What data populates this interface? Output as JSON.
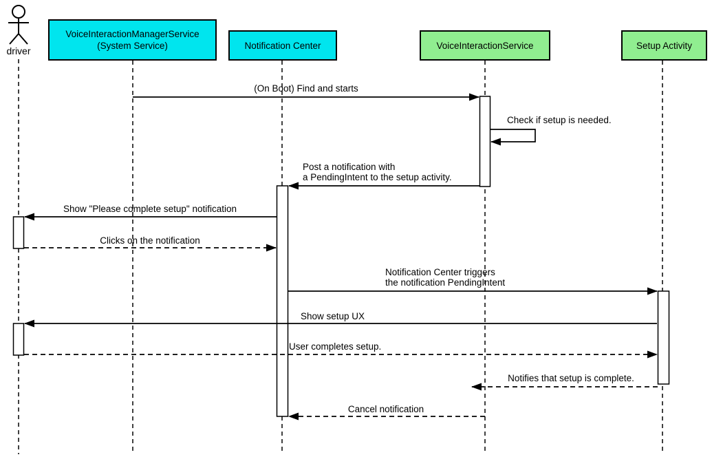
{
  "diagram": {
    "kind": "uml-sequence-diagram",
    "colors": {
      "background": "#FFFFFF",
      "line": "#000000",
      "box_border": "#000000",
      "cyan_fill": "#00E5EE",
      "green_fill": "#90EE90"
    },
    "actor": {
      "label": "driver"
    },
    "participants": [
      {
        "name": "VoiceInteractionManagerService\n(System Service)",
        "fill": "#00E5EE"
      },
      {
        "name": "Notification Center",
        "fill": "#00E5EE"
      },
      {
        "name": "VoiceInteractionService",
        "fill": "#90EE90"
      },
      {
        "name": "Setup Activity",
        "fill": "#90EE90"
      }
    ],
    "messages": [
      {
        "text": "(On Boot) Find and starts",
        "from": "VoiceInteractionManagerService (System Service)",
        "to": "VoiceInteractionService",
        "line": "solid",
        "self": false
      },
      {
        "text": "Check if setup is needed.",
        "from": "VoiceInteractionService",
        "to": "VoiceInteractionService",
        "line": "solid",
        "self": true
      },
      {
        "text": "Post a notification with\na PendingIntent to the setup activity.",
        "from": "VoiceInteractionService",
        "to": "Notification Center",
        "line": "solid",
        "self": false
      },
      {
        "text": "Show \"Please complete setup\" notification",
        "from": "Notification Center",
        "to": "driver",
        "line": "solid",
        "self": false
      },
      {
        "text": "Clicks on the notification",
        "from": "driver",
        "to": "Notification Center",
        "line": "dashed",
        "self": false
      },
      {
        "text": "Notification Center triggers\nthe notification PendingIntent",
        "from": "Notification Center",
        "to": "Setup Activity",
        "line": "solid",
        "self": false
      },
      {
        "text": "Show setup UX",
        "from": "Setup Activity",
        "to": "driver",
        "line": "solid",
        "self": false
      },
      {
        "text": "User completes setup.",
        "from": "driver",
        "to": "Setup Activity",
        "line": "dashed",
        "self": false
      },
      {
        "text": "Notifies that setup is complete.",
        "from": "Setup Activity",
        "to": "VoiceInteractionService",
        "line": "dashed",
        "self": false
      },
      {
        "text": "Cancel notification",
        "from": "VoiceInteractionService",
        "to": "Notification Center",
        "line": "dashed",
        "self": false
      }
    ]
  }
}
